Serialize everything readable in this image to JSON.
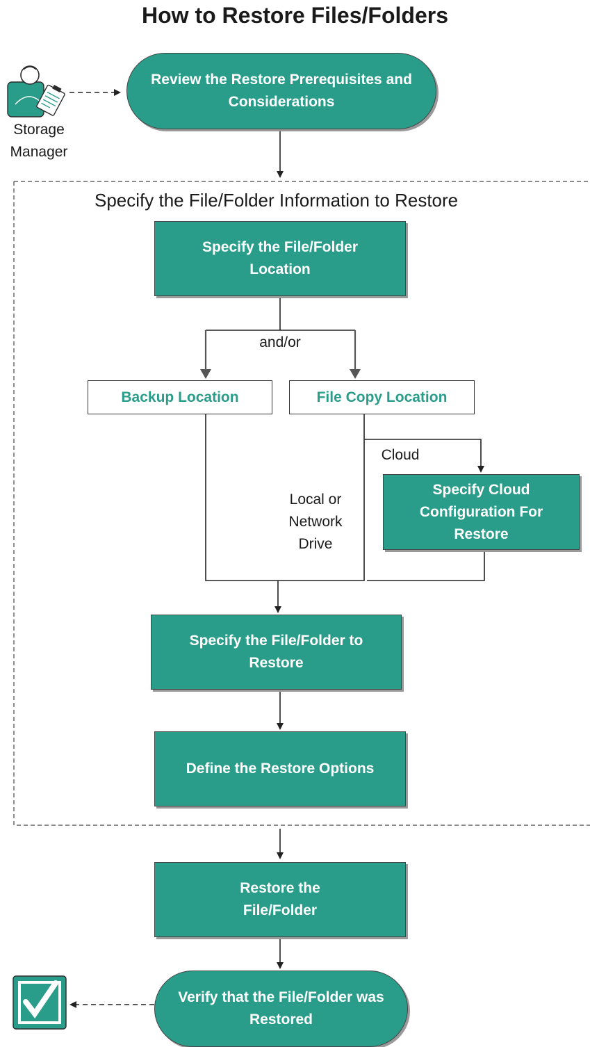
{
  "title": "How to Restore Files/Folders",
  "actor": {
    "label_line1": "Storage",
    "label_line2": "Manager",
    "icon": "person-clipboard-icon"
  },
  "steps": {
    "review": "Review the Restore Prerequisites and Considerations",
    "specify_location": "Specify the File/Folder Location",
    "backup_location": "Backup Location",
    "file_copy_location": "File Copy Location",
    "cloud_config": "Specify Cloud Configuration For Restore",
    "specify_file": "Specify the File/Folder to Restore",
    "define_options": "Define the Restore Options",
    "restore": "Restore the File/Folder",
    "verify": "Verify that the File/Folder was Restored"
  },
  "group": {
    "title": "Specify the File/Folder Information to Restore"
  },
  "edge_labels": {
    "and_or": "and/or",
    "cloud": "Cloud",
    "local_line1": "Local or",
    "local_line2": "Network",
    "local_line3": "Drive"
  },
  "end_icon": "checkbox-check-icon",
  "colors": {
    "teal": "#2a9d8a",
    "border": "#454545",
    "shadow": "#9a9a9a",
    "text": "#1a1a1a"
  }
}
